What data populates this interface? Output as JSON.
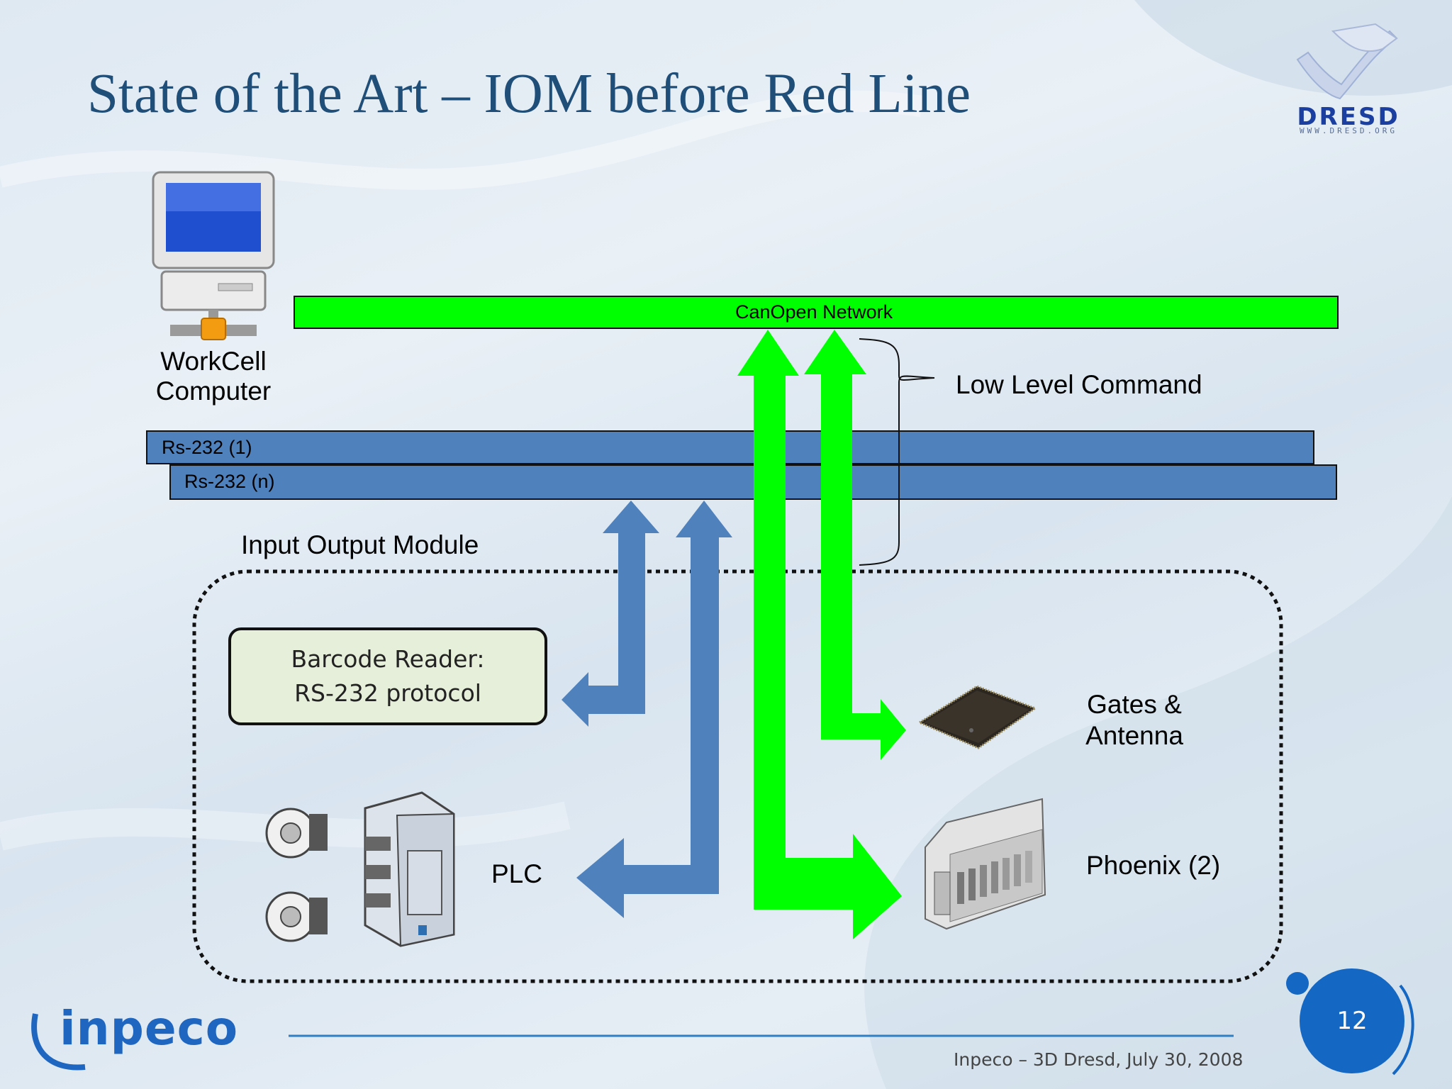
{
  "slide": {
    "title": "State of the Art – IOM before Red Line",
    "page_number": "12",
    "footer": "Inpeco – 3D Dresd, July 30, 2008"
  },
  "logos": {
    "dresd_word": "DRESD",
    "dresd_url": "WWW.DRESD.ORG",
    "inpeco_word": "inpeco"
  },
  "diagram": {
    "workcell_label_line1": "WorkCell",
    "workcell_label_line2": "Computer",
    "canopen_label": "CanOpen Network",
    "rs232_1_label": "Rs-232 (1)",
    "rs232_n_label": "Rs-232 (n)",
    "low_level_command_label": "Low Level Command",
    "iom_label": "Input Output Module",
    "barcode_line1": "Barcode Reader:",
    "barcode_line2": "RS-232 protocol",
    "plc_label": "PLC",
    "gates_line1": "Gates &",
    "gates_line2": "Antenna",
    "phoenix_label": "Phoenix (2)"
  },
  "colors": {
    "title": "#1f4e79",
    "canopen_bar": "#00ff00",
    "rs232_bar": "#4f81bd",
    "blue_arrows": "#4f81bd",
    "green_arrows": "#00ff00",
    "page_circle": "#1467c2"
  }
}
